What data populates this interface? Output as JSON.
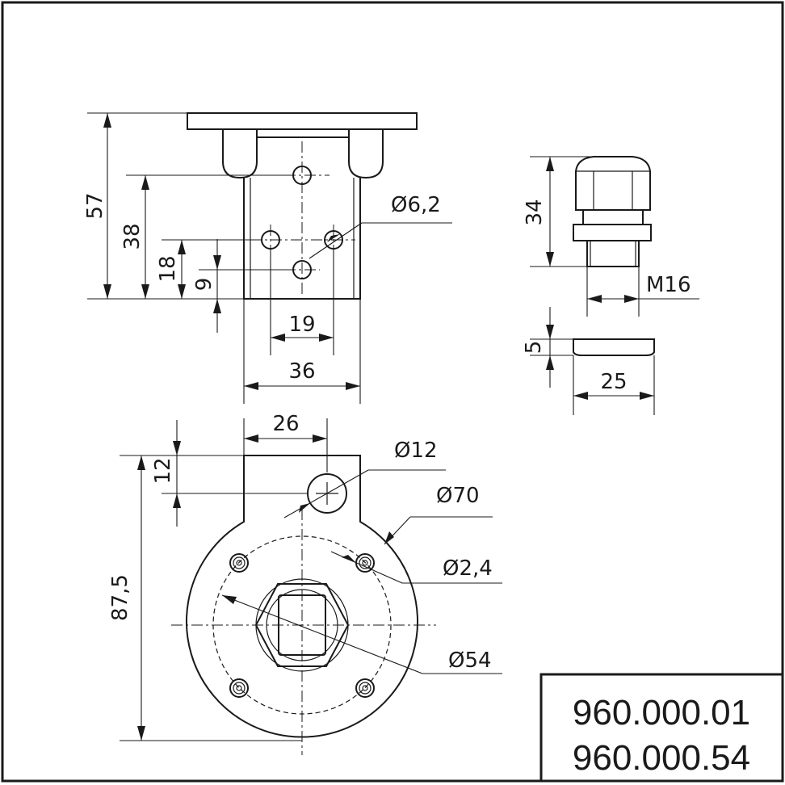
{
  "title_block": {
    "line1": "960.000.01",
    "line2": "960.000.54"
  },
  "bracket_view": {
    "height": "57",
    "hole_upper": "38",
    "hole_mid": "18",
    "hole_low": "9",
    "hole_dia": "Ø6,2",
    "hole_spacing": "19",
    "width": "36"
  },
  "gland_view": {
    "height": "34",
    "thread": "M16"
  },
  "plate_view": {
    "thickness": "5",
    "width": "25"
  },
  "base_view": {
    "tab_width": "26",
    "tab_offset": "12",
    "height": "87,5",
    "small_hole": "Ø12",
    "outer_dia": "Ø70",
    "screw_dia": "Ø2,4",
    "pitch_dia": "Ø54"
  }
}
